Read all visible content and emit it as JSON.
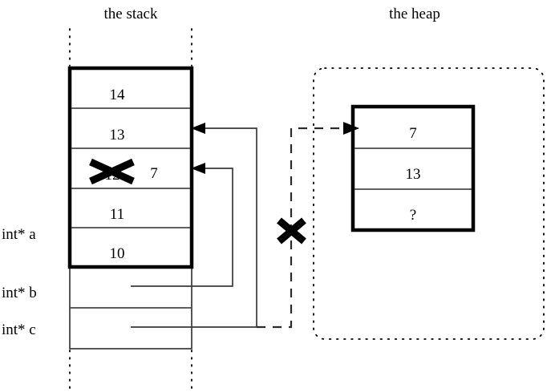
{
  "figure": {
    "title_stack": "the stack",
    "title_heap": "the heap"
  },
  "stack": {
    "label": "the stack",
    "cells": [
      {
        "value": "14",
        "crossed_out": false,
        "replacement": ""
      },
      {
        "value": "13",
        "crossed_out": false,
        "replacement": ""
      },
      {
        "value": "12",
        "crossed_out": true,
        "replacement": "7"
      },
      {
        "value": "11",
        "crossed_out": false,
        "replacement": ""
      },
      {
        "value": "10",
        "crossed_out": false,
        "replacement": ""
      }
    ],
    "variables": [
      {
        "name": "int* a",
        "points_to": ""
      },
      {
        "name": "int* b",
        "points_to": "stack-cell-12"
      },
      {
        "name": "int* c",
        "points_to": "stack-cell-13"
      }
    ]
  },
  "heap": {
    "label": "the heap",
    "cells": [
      {
        "value": "7"
      },
      {
        "value": "13"
      },
      {
        "value": "?"
      }
    ]
  },
  "annotations": {
    "invalid_pointer_cross": "X",
    "crossed_value_cross": "X"
  },
  "colors": {
    "ink": "#000000",
    "thin_rule": "#3a3a3a",
    "background": "#ffffff"
  }
}
